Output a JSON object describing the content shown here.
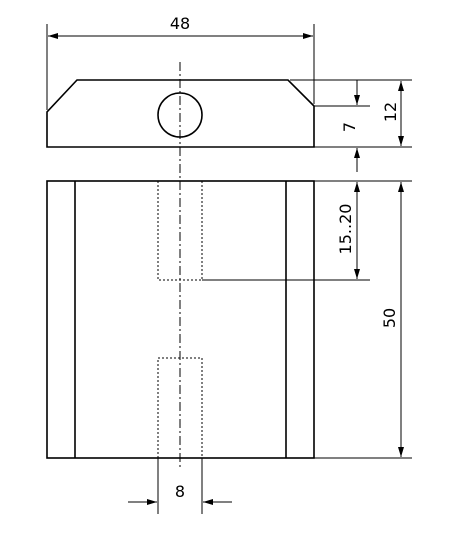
{
  "dimensions": {
    "width": "48",
    "height_top": "12",
    "chamfer": "7",
    "bore_depth": "15..20",
    "height_side": "50",
    "bore_dia": "8"
  }
}
